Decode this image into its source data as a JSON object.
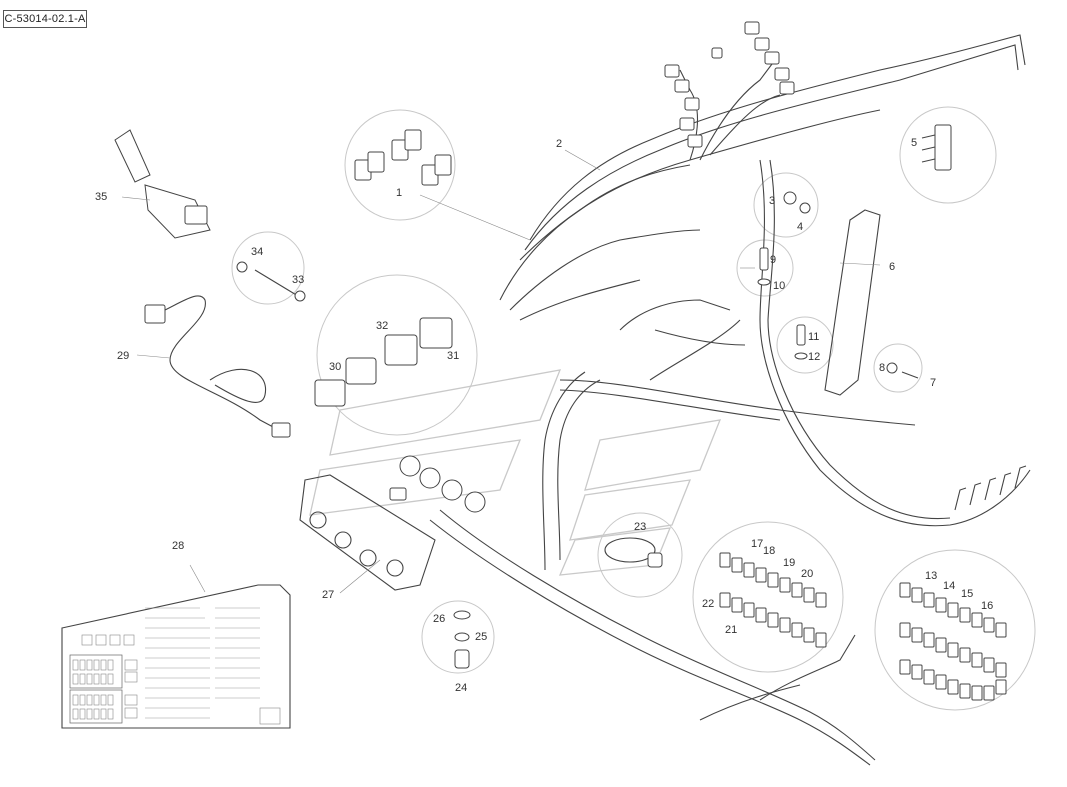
{
  "diagram": {
    "ref_code": "C-53014-02.1-A",
    "callouts": [
      "1",
      "2",
      "3",
      "4",
      "5",
      "6",
      "7",
      "8",
      "9",
      "10",
      "11",
      "12",
      "13",
      "14",
      "15",
      "16",
      "17",
      "18",
      "19",
      "20",
      "21",
      "22",
      "23",
      "24",
      "25",
      "26",
      "27",
      "28",
      "29",
      "30",
      "31",
      "32",
      "33",
      "34",
      "35"
    ]
  }
}
